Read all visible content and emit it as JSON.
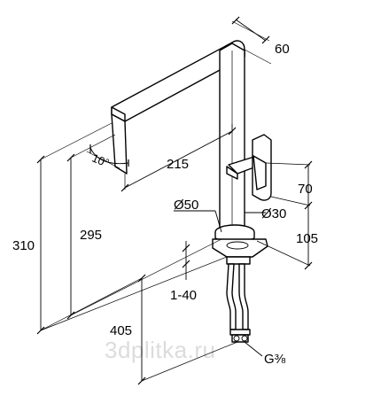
{
  "dimensions": {
    "spout_depth": "60",
    "angle": "10°",
    "spout_reach": "215",
    "handle_height": "70",
    "base_diameter": "Ø50",
    "body_diameter": "Ø30",
    "total_height": "310",
    "spout_height": "295",
    "base_to_handle": "105",
    "deck_thickness": "1-40",
    "hose_length": "405",
    "thread": "G⅜"
  },
  "watermark": "3dplitka.ru"
}
